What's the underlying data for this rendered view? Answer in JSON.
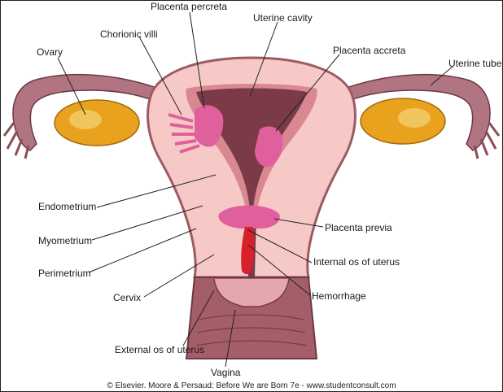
{
  "labels": {
    "placenta_percreta": "Placenta percreta",
    "uterine_cavity": "Uterine cavity",
    "chorionic_villi": "Chorionic villi",
    "placenta_accreta": "Placenta accreta",
    "ovary": "Ovary",
    "uterine_tube": "Uterine tube",
    "endometrium": "Endometrium",
    "myometrium": "Myometrium",
    "perimetrium": "Perimetrium",
    "placenta_previa": "Placenta previa",
    "internal_os": "Internal os of uterus",
    "hemorrhage": "Hemorrhage",
    "cervix": "Cervix",
    "external_os": "External os of uterus",
    "vagina": "Vagina"
  },
  "credit": "© Elsevier. Moore & Persaud: Before We are Born 7e - www.studentconsult.com",
  "colors": {
    "outer_wall": "#9c5a63",
    "myometrium": "#f6c9c7",
    "endometrium": "#d98790",
    "cavity": "#7a3a48",
    "placenta": "#e0609e",
    "ovary": "#e8a21e",
    "hemorrhage": "#d8202c"
  }
}
